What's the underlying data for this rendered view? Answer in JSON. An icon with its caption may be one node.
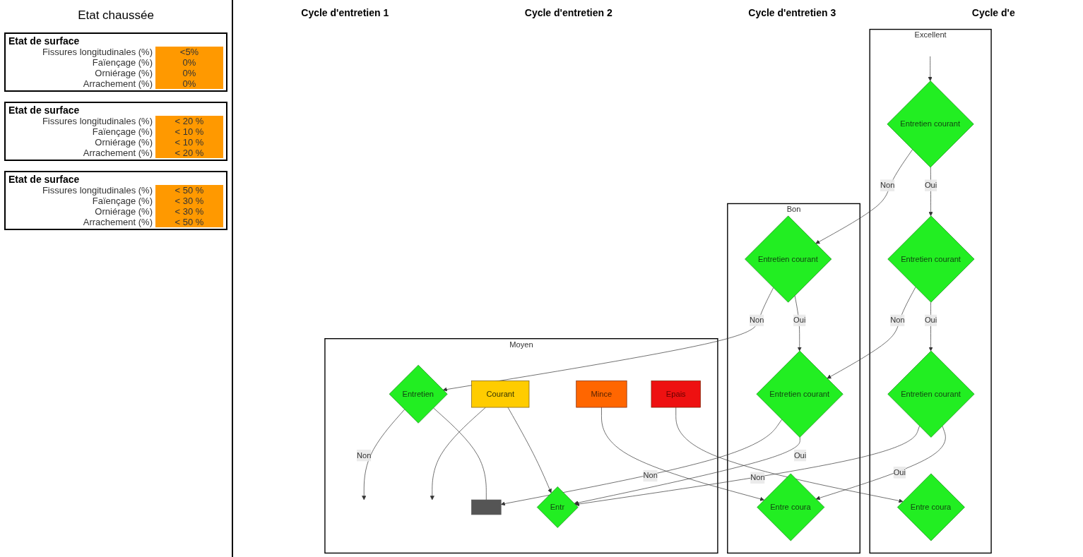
{
  "diagram": {
    "nodes": [
      {
        "text": [
          "Excellent"
        ]
      },
      {
        "text": [
          "Entretien courant"
        ],
        "in": 0
      },
      {
        "text": [
          "Entretien courant"
        ],
        "in": 0
      },
      {
        "text": [
          "Entretien courant"
        ],
        "in": 0
      },
      {
        "text": [
          "Entre coura"
        ],
        "in": 0
      },
      {
        "text": [
          "Bon"
        ]
      },
      {
        "text": [
          "Entretien courant"
        ],
        "in": 5
      },
      {
        "text": [
          "Entretien courant"
        ],
        "in": 5
      },
      {
        "text": [
          "Entre coura"
        ],
        "in": 5
      },
      {
        "text": [
          "Moyen"
        ]
      },
      {
        "text": [
          "Entretien"
        ],
        "in": 9
      },
      {
        "text": [],
        "shape": "bar",
        "in": 9
      },
      {
        "text": [
          "Epais"
        ],
        "in": 9
      },
      {
        "text": [
          "Mince"
        ],
        "in": 9
      },
      {
        "text": [
          "Courant"
        ],
        "in": 9
      },
      {
        "text": [
          "Entr"
        ],
        "in": 9
      }
    ],
    "edges": [
      {
        "from": null,
        "to": 1,
        "arrow": "to"
      },
      {
        "from": 1,
        "to": 2,
        "label": "Oui",
        "arrow": "to"
      },
      {
        "from": 1,
        "to": 6,
        "label": "Non",
        "arrow": "to"
      },
      {
        "from": 2,
        "to": 3,
        "label": "Oui",
        "arrow": "to"
      },
      {
        "from": 2,
        "to": 7,
        "label": "Non",
        "arrow": "to"
      },
      {
        "from": 3,
        "to": 8,
        "label": "Oui",
        "arrow": "to"
      },
      {
        "from": 3,
        "to": 15,
        "label": "Non",
        "arrow": "to"
      },
      {
        "from": 6,
        "to": 7,
        "label": "Oui",
        "arrow": "to"
      },
      {
        "from": 6,
        "to": 10,
        "label": "Non",
        "arrow": "to"
      },
      {
        "from": 7,
        "to": 15,
        "label": "Oui",
        "arrow": "to"
      },
      {
        "from": 7,
        "to": 11,
        "label": "Non",
        "arrow": "to"
      },
      {
        "from": 10,
        "to": 11,
        "arrow": "none"
      },
      {
        "from": 10,
        "to": null,
        "label": "Non",
        "arrow": "to"
      },
      {
        "from": 12,
        "to": 4,
        "arrow": "to"
      },
      {
        "from": 13,
        "to": 8,
        "arrow": "to"
      },
      {
        "from": 14,
        "to": 15,
        "arrow": "to"
      },
      {
        "from": 14,
        "to": null,
        "arrow": "to"
      }
    ],
    "labels": [
      "Etat chaussée",
      "Cycle d'entretien 1",
      "Cycle d'entretien 2",
      "Cycle d'entretien 3",
      "Cycle d'e",
      "Etat de surface",
      "Fissures longitudinales (%)",
      "<5%",
      "Faïençage (%)",
      "0%",
      "Orniérage (%)",
      "0%",
      "Arrachement (%)",
      "0%",
      "Etat de surface",
      "Fissures longitudinales (%)",
      "< 20 %",
      "Faïençage (%)",
      "< 10 %",
      "Orniérage (%)",
      "< 10 %",
      "Arrachement (%)",
      "< 20 %",
      "Etat de surface",
      "Fissures longitudinales (%)",
      "< 50 %",
      "Faïençage (%)",
      "< 30 %",
      "Orniérage (%)",
      "< 30 %",
      "Arrachement (%)",
      "< 50 %"
    ]
  }
}
